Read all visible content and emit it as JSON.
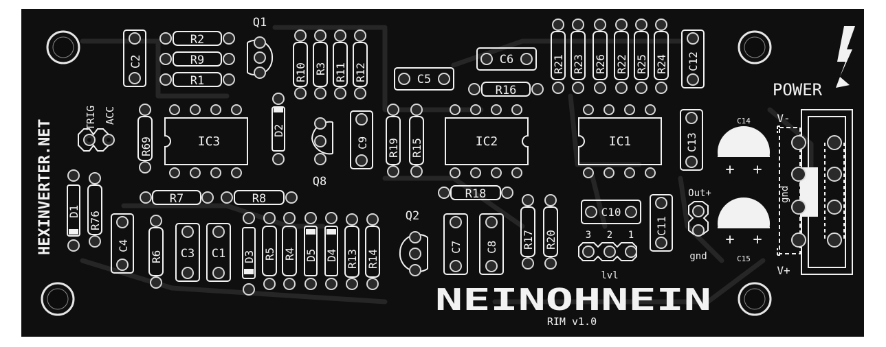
{
  "board": {
    "name": "NEINOHNEIN",
    "version": "RIM v1.0",
    "website": "HEXINVERTER.NET",
    "colors": {
      "board": "#0f0f0f",
      "silkscreen": "#f2f2f2",
      "copper": "#262626",
      "pad": "#2a2a2a"
    }
  },
  "labels": {
    "power": "POWER",
    "trig": "TRIG",
    "acc": "ACC",
    "out_plus": "Out+",
    "gnd_out": "gnd",
    "v_minus": "V-",
    "v_plus": "V+",
    "gnd_power": "gnd",
    "c14": "C14",
    "c15": "C15",
    "lvl": "lvl",
    "jumper_3": "3",
    "jumper_2": "2",
    "jumper_1": "1"
  },
  "components": {
    "R2": "R2",
    "R9": "R9",
    "R1": "R1",
    "Q1": "Q1",
    "R10": "R10",
    "R3": "R3",
    "R11": "R11",
    "R12": "R12",
    "C2": "C2",
    "C6": "C6",
    "C5": "C5",
    "R16": "R16",
    "R21": "R21",
    "R23": "R23",
    "R26": "R26",
    "R22": "R22",
    "R25": "R25",
    "R24": "R24",
    "C12": "C12",
    "IC3": "IC3",
    "R69": "R69",
    "D2": "D2",
    "Q8": "Q8",
    "C9": "C9",
    "R19": "R19",
    "R15": "R15",
    "IC2": "IC2",
    "IC1": "IC1",
    "C13": "C13",
    "R7": "R7",
    "R8": "R8",
    "R18": "R18",
    "D1": "D1",
    "R76": "R76",
    "C4": "C4",
    "R6": "R6",
    "C3": "C3",
    "C1": "C1",
    "D3": "D3",
    "R5": "R5",
    "R4": "R4",
    "D5": "D5",
    "D4": "D4",
    "R13": "R13",
    "R14": "R14",
    "Q2": "Q2",
    "C7": "C7",
    "C8": "C8",
    "R17": "R17",
    "R20": "R20",
    "C10": "C10",
    "C11": "C11"
  }
}
